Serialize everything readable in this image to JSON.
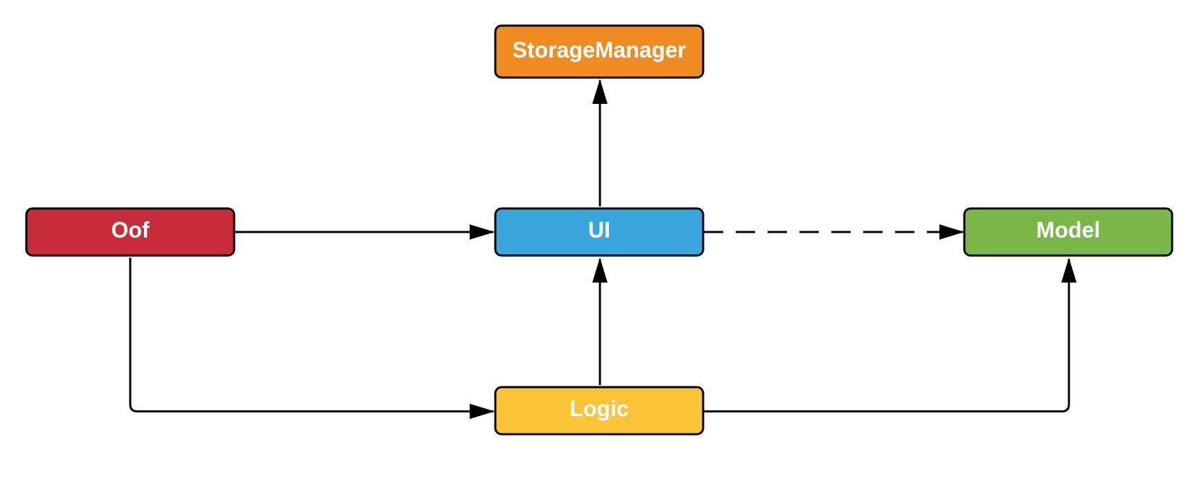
{
  "diagram": {
    "nodes": [
      {
        "id": "storage",
        "label": "StorageManager",
        "color": "#F08C21"
      },
      {
        "id": "oof",
        "label": "Oof",
        "color": "#C92D39"
      },
      {
        "id": "ui",
        "label": "UI",
        "color": "#3AA6DD"
      },
      {
        "id": "model",
        "label": "Model",
        "color": "#7AB648"
      },
      {
        "id": "logic",
        "label": "Logic",
        "color": "#FCC438"
      }
    ],
    "edges": [
      {
        "from": "ui",
        "to": "storage",
        "style": "solid"
      },
      {
        "from": "oof",
        "to": "ui",
        "style": "solid"
      },
      {
        "from": "ui",
        "to": "model",
        "style": "dashed"
      },
      {
        "from": "logic",
        "to": "ui",
        "style": "solid"
      },
      {
        "from": "oof",
        "to": "logic",
        "style": "solid"
      },
      {
        "from": "logic",
        "to": "model",
        "style": "solid"
      }
    ]
  }
}
